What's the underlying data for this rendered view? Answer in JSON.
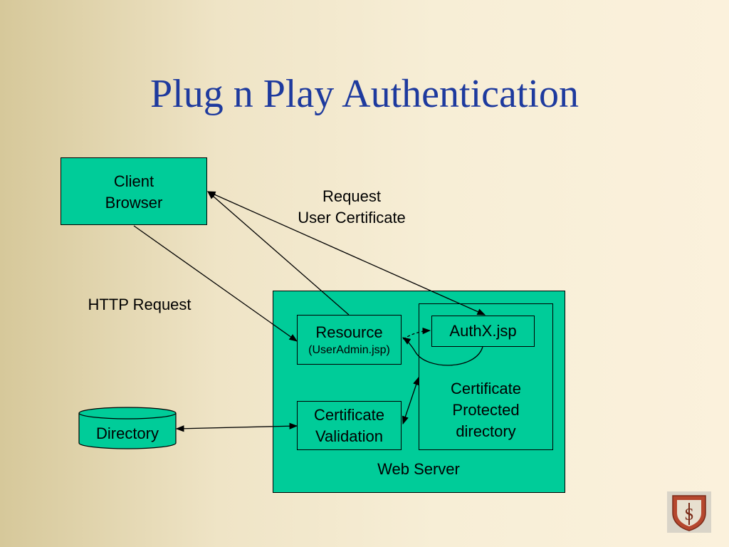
{
  "slide": {
    "title": "Plug n Play Authentication"
  },
  "diagram": {
    "client_browser": {
      "line1": "Client",
      "line2": "Browser"
    },
    "request_cert_label": {
      "line1": "Request",
      "line2": "User Certificate"
    },
    "http_request_label": "HTTP Request",
    "web_server_label": "Web Server",
    "resource": {
      "line1": "Resource",
      "line2": "(UserAdmin.jsp)"
    },
    "authx": "AuthX.jsp",
    "protected_dir": {
      "line1": "Certificate",
      "line2": "Protected",
      "line3": "directory"
    },
    "cert_validation": {
      "line1": "Certificate",
      "line2": "Validation"
    },
    "directory": "Directory"
  },
  "colors": {
    "title": "#1e3a9e",
    "box_fill": "#00cc99",
    "logo_red": "#b5472e"
  }
}
